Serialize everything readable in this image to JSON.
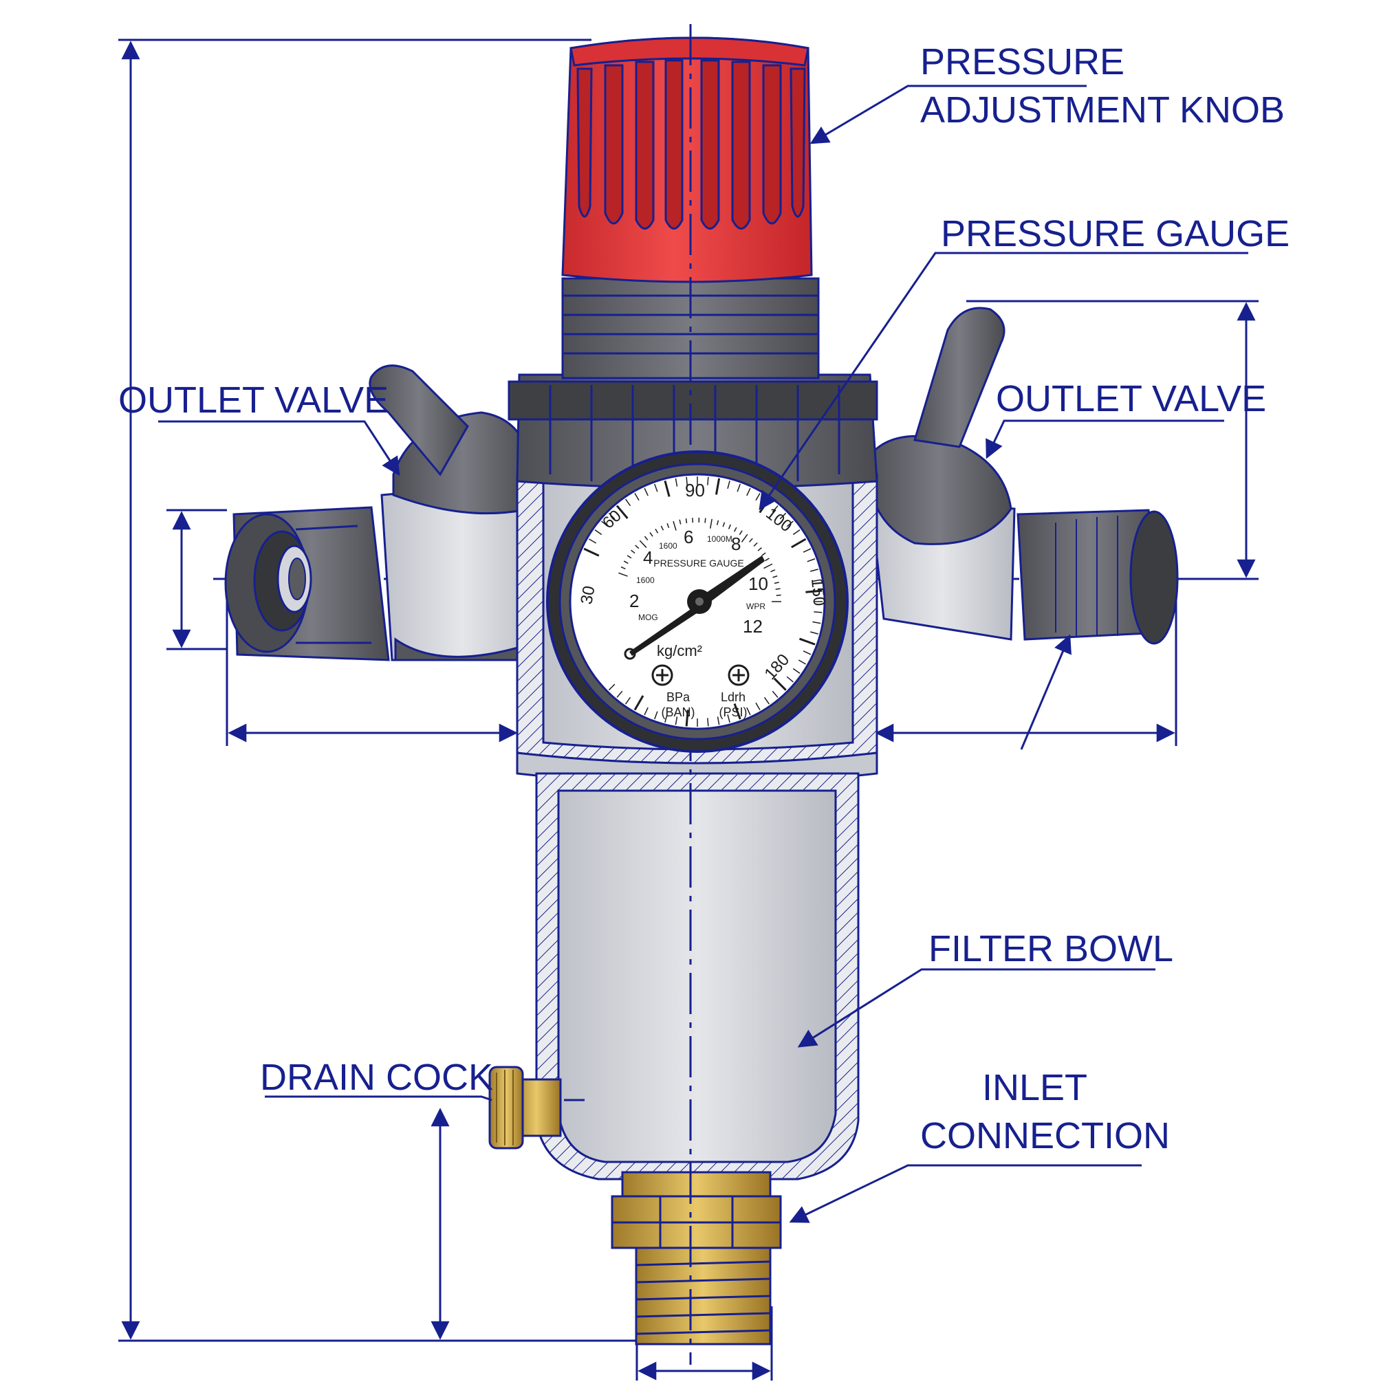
{
  "colors": {
    "ink": "#17208e",
    "knob_red": "#e23b3b",
    "knob_dark_red": "#b82326",
    "body_gray": "#cdd0d6",
    "dark_gray": "#6a6b70",
    "brass": "#d2aa4a",
    "background": "#ffffff"
  },
  "labels": {
    "knob_line1": "PRESSURE",
    "knob_line2": "ADJUSTMENT KNOB",
    "gauge": "PRESSURE GAUGE",
    "outlet_left": "OUTLET VALVE",
    "outlet_right": "OUTLET VALVE",
    "filter_bowl": "FILTER BOWL",
    "drain_cock": "DRAIN COCK",
    "inlet_line1": "INLET",
    "inlet_line2": "CONNECTION"
  },
  "gauge": {
    "outer_scale": [
      "30",
      "60",
      "90",
      "100",
      "150",
      "180"
    ],
    "inner_scale": [
      "2",
      "4",
      "6",
      "8",
      "10",
      "12"
    ],
    "face_title": "PRESSURE GAUGE",
    "unit": "kg/cm²",
    "unit_left_1": "BPa",
    "unit_left_2": "(BAN)",
    "unit_right_1": "Ldrh",
    "unit_right_2": "(PSI)",
    "small_1": "1600",
    "small_2": "1000M",
    "small_3": "1600",
    "small_4": "WPR",
    "small_5": "MOG"
  },
  "icons": {
    "knob": "pressure-adjustment-knob-icon",
    "gauge": "pressure-gauge-icon",
    "valve": "outlet-valve-icon",
    "bowl": "filter-bowl-icon",
    "drain": "drain-cock-icon",
    "inlet": "inlet-connection-icon"
  }
}
